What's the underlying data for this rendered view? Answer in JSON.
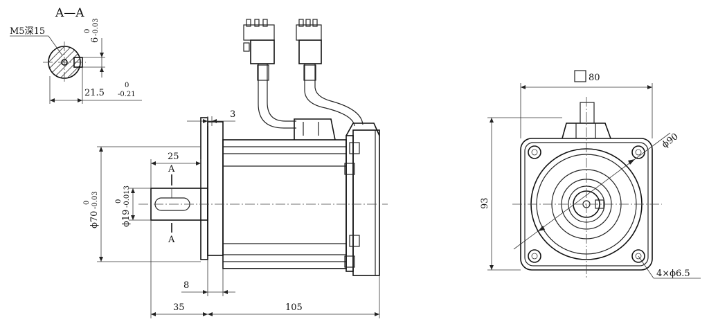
{
  "section": {
    "title": "A—A",
    "thread_note": "M5深15",
    "key_width": "6",
    "key_width_tol_upper": "0",
    "key_width_tol_lower": "-0.03",
    "key_depth": "21.5",
    "key_depth_tol_upper": "0",
    "key_depth_tol_lower": "-0.21"
  },
  "side_view": {
    "flange_thickness": "3",
    "key_length": "25",
    "section_marker": "A",
    "spigot_diameter": "ϕ70",
    "spigot_tol_upper": "0",
    "spigot_tol_lower": "-0.03",
    "shaft_diameter": "ϕ19",
    "shaft_tol_upper": "0",
    "shaft_tol_lower": "-0.013",
    "flange_offset": "8",
    "shaft_length": "35",
    "body_length": "105"
  },
  "front_view": {
    "square_size": "80",
    "bolt_circle": "ϕ90",
    "height": "93",
    "mount_holes": "4×ϕ6.5"
  }
}
